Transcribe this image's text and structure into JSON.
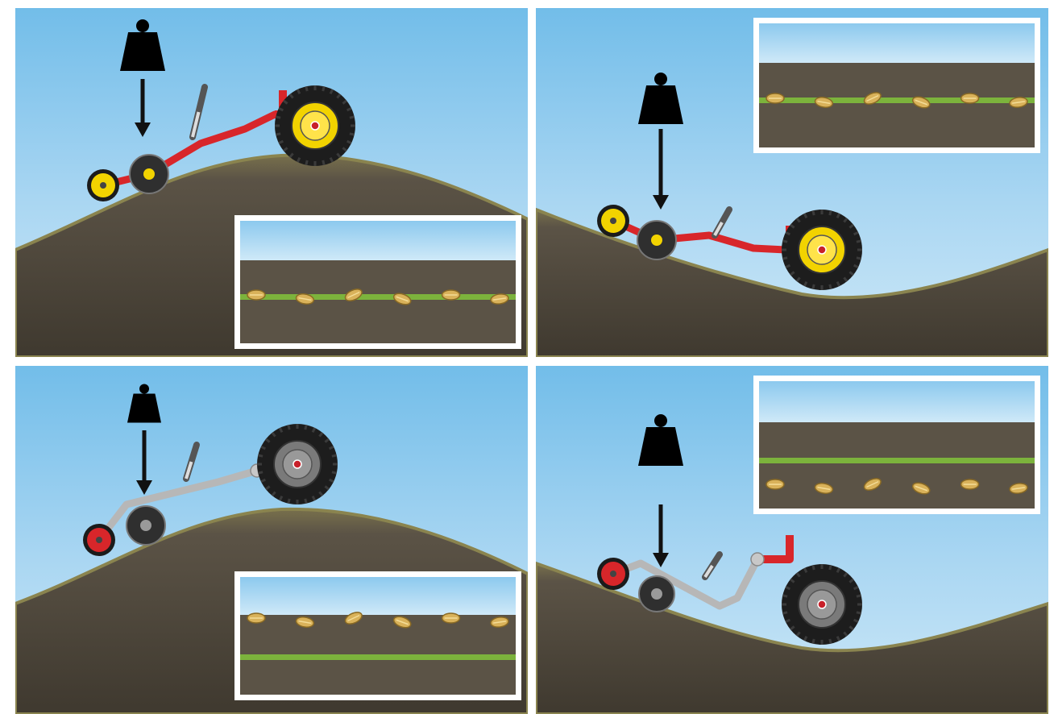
{
  "figure": {
    "panels": [
      {
        "id": "top-left",
        "terrain": "crest",
        "linkage": "rigid",
        "frame_color": "#d8262a",
        "hub_color": "#f2d300",
        "seed_row": "on-line"
      },
      {
        "id": "top-right",
        "terrain": "trough",
        "linkage": "rigid",
        "frame_color": "#d8262a",
        "hub_color": "#f2d300",
        "seed_row": "on-line"
      },
      {
        "id": "bottom-left",
        "terrain": "crest",
        "linkage": "parallel",
        "frame_color": "#b7b7b7",
        "hub_color": "#7a7a7a",
        "seed_row": "above-line"
      },
      {
        "id": "bottom-right",
        "terrain": "trough",
        "linkage": "parallel",
        "frame_color": "#b7b7b7",
        "hub_color": "#7a7a7a",
        "seed_row": "below-line"
      }
    ],
    "colors": {
      "soil": "#5b5346",
      "soil_edge": "#78704c",
      "seed_line": "#7cb33c",
      "seed": "#d9b25a",
      "weight": "#000000"
    },
    "icons": [
      "weight-icon",
      "down-arrow-icon",
      "tractor-wheel-icon",
      "seed-icon"
    ]
  }
}
